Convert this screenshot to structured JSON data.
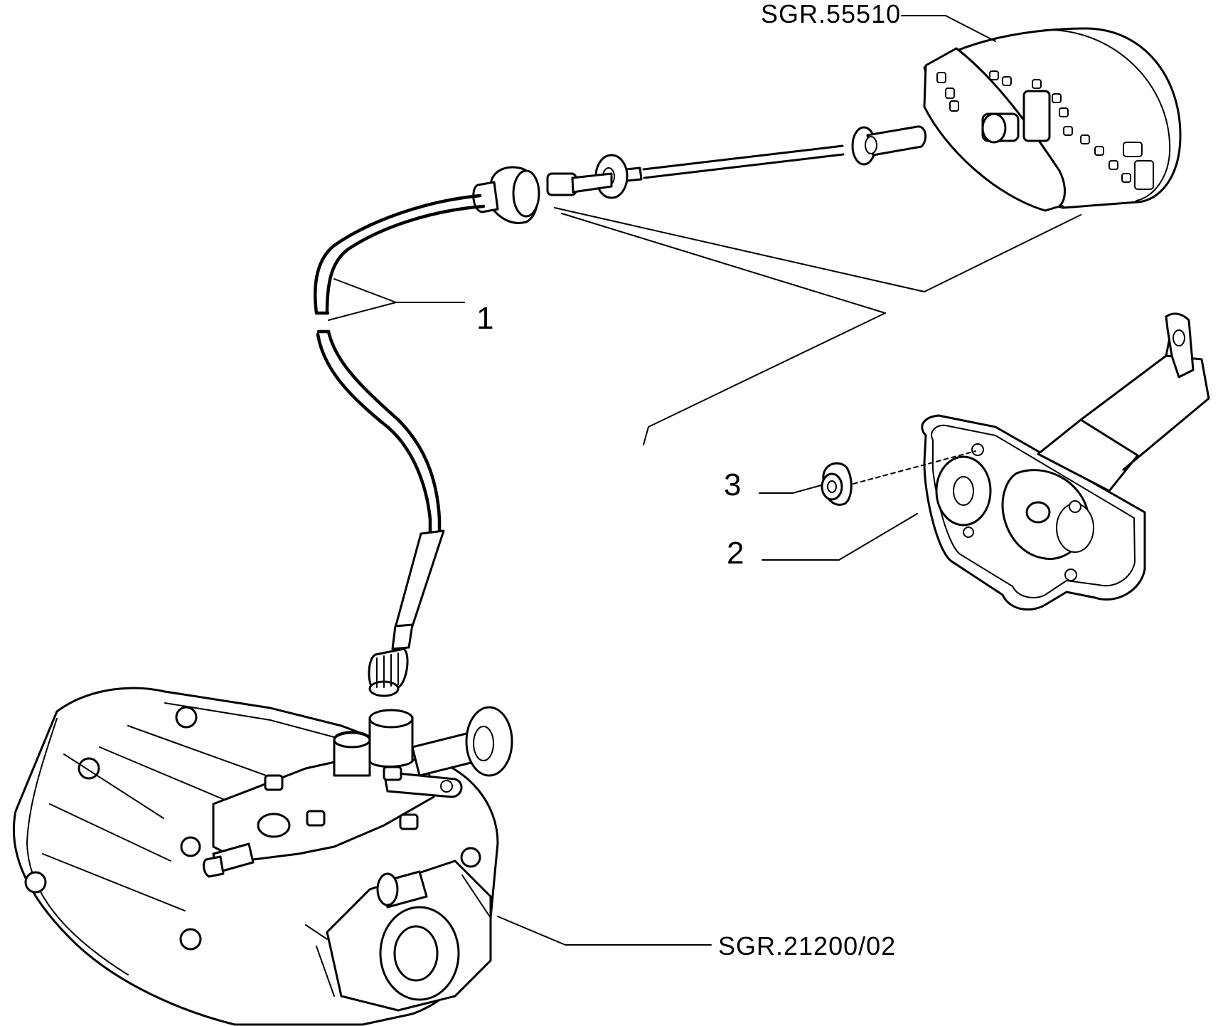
{
  "labels": {
    "item_1": "1",
    "item_2": "2",
    "item_3": "3",
    "ref_instrument": "SGR.55510",
    "ref_gearbox": "SGR.21200/02"
  },
  "parts": [
    {
      "number": "1",
      "component": "speedometer-cable"
    },
    {
      "number": "2",
      "component": "bracket-plate"
    },
    {
      "number": "3",
      "component": "nut"
    }
  ],
  "references": [
    {
      "code": "SGR.55510",
      "component": "instrument-cluster"
    },
    {
      "code": "SGR.21200/02",
      "component": "gearbox"
    }
  ]
}
